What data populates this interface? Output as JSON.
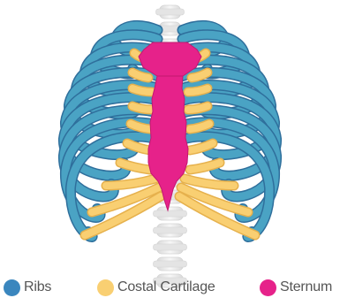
{
  "colors": {
    "ribs_fill": "#4aa3c4",
    "ribs_edge": "#2f6f9c",
    "cartilage_fill": "#f9cf72",
    "cartilage_edge": "#e6b14d",
    "sternum_fill": "#e6228a",
    "sternum_edge": "#c2186f",
    "spine_fill": "#eaeaea",
    "spine_edge": "#d2d2d2"
  },
  "legend": [
    {
      "label": "Ribs",
      "color": "#3a86be",
      "icon": "ribs-dot"
    },
    {
      "label": "Costal Cartilage",
      "color": "#f9cf72",
      "icon": "cartilage-dot"
    },
    {
      "label": "Sternum",
      "color": "#e6228a",
      "icon": "sternum-dot"
    }
  ]
}
